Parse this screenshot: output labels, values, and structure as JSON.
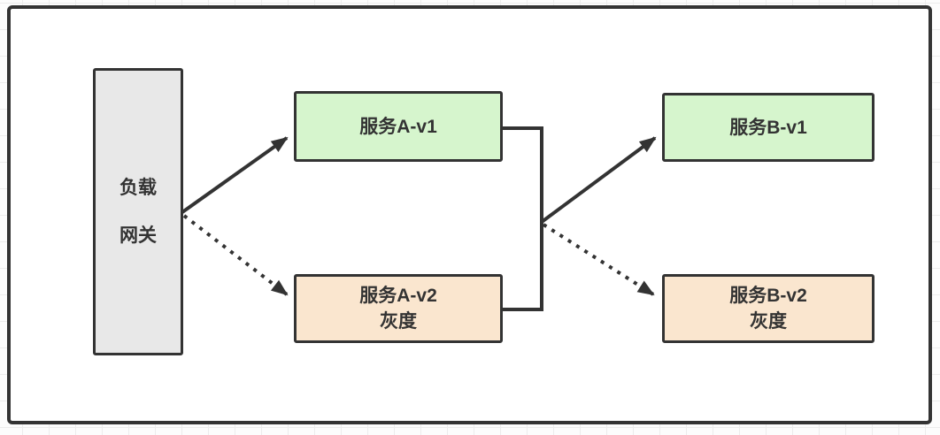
{
  "diagram": {
    "gateway": {
      "label_line1": "负载",
      "label_line2": "网关",
      "fill": "#e8e8e8"
    },
    "nodes": [
      {
        "id": "service-a-v1",
        "label": "服务A-v1",
        "sublabel": "",
        "kind": "stable",
        "fill": "#d6f5cd"
      },
      {
        "id": "service-a-v2",
        "label": "服务A-v2",
        "sublabel": "灰度",
        "kind": "gray",
        "fill": "#fae6cf"
      },
      {
        "id": "service-b-v1",
        "label": "服务B-v1",
        "sublabel": "",
        "kind": "stable",
        "fill": "#d6f5cd"
      },
      {
        "id": "service-b-v2",
        "label": "服务B-v2",
        "sublabel": "灰度",
        "kind": "gray",
        "fill": "#fae6cf"
      }
    ],
    "edges": [
      {
        "from": "负载网关",
        "to": "服务A-v1",
        "style": "solid"
      },
      {
        "from": "负载网关",
        "to": "服务A-v2 灰度",
        "style": "dotted"
      },
      {
        "from": "服务A",
        "to": "服务B-v1",
        "style": "solid"
      },
      {
        "from": "服务A",
        "to": "服务B-v2 灰度",
        "style": "dotted"
      }
    ],
    "colors": {
      "stroke": "#333333",
      "stable_fill": "#d6f5cd",
      "gray_fill": "#fae6cf",
      "gateway_fill": "#e8e8e8",
      "frame_fill": "#ffffff",
      "grid_line": "#ececec"
    }
  }
}
